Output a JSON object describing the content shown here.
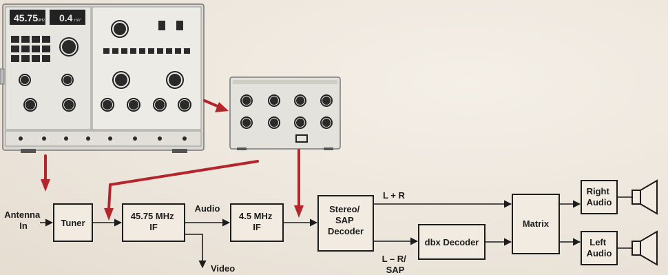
{
  "display": {
    "left_readout": "45.75",
    "left_unit": "MHz",
    "right_readout": "0.4",
    "right_unit": "mV"
  },
  "blocks": {
    "antenna": [
      "Antenna",
      "In"
    ],
    "tuner": [
      "Tuner"
    ],
    "if1": [
      "45.75 MHz",
      "IF"
    ],
    "if2": [
      "4.5 MHz",
      "IF"
    ],
    "decoder": [
      "Stereo/",
      "SAP",
      "Decoder"
    ],
    "dbx": [
      "dbx Decoder"
    ],
    "matrix": [
      "Matrix"
    ],
    "right_audio": [
      "Right",
      "Audio"
    ],
    "left_audio": [
      "Left",
      "Audio"
    ]
  },
  "signals": {
    "audio": "Audio",
    "video": "Video",
    "l_plus_r": "L + R",
    "l_minus_r": [
      "L – R/",
      "SAP"
    ]
  },
  "colors": {
    "arrow": "#b3262c",
    "line": "#1c1c1c",
    "block_fill": "#f1ebe2",
    "instrument_panel": "#e9e6df"
  },
  "icons": [
    "speaker-icon",
    "speaker-icon"
  ]
}
